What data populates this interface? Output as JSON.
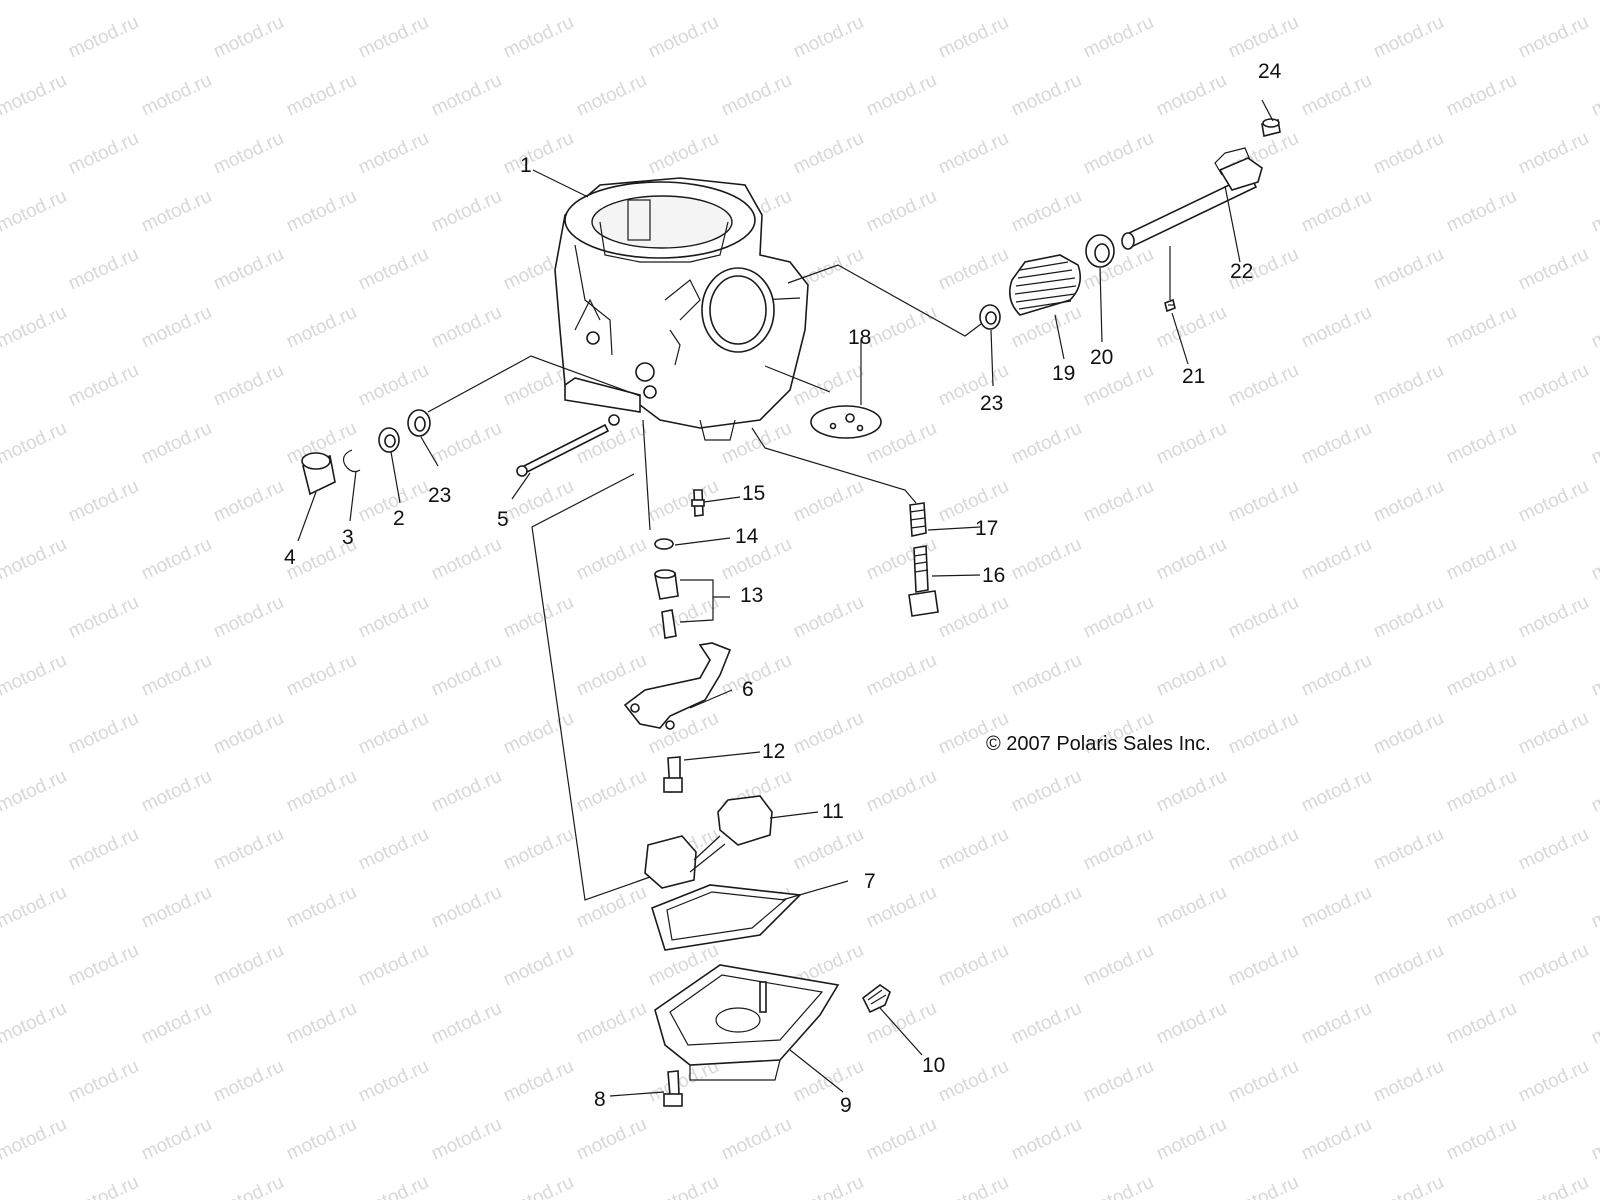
{
  "watermark": {
    "text": "motod.ru",
    "color": "#d8d8d8"
  },
  "copyright": "© 2007 Polaris Sales Inc.",
  "callouts": {
    "c1": "1",
    "c2": "2",
    "c3": "3",
    "c4": "4",
    "c5": "5",
    "c6": "6",
    "c7": "7",
    "c8": "8",
    "c9": "9",
    "c10": "10",
    "c11": "11",
    "c12": "12",
    "c13": "13",
    "c14": "14",
    "c15": "15",
    "c16": "16",
    "c17": "17",
    "c18": "18",
    "c19": "19",
    "c20": "20",
    "c21": "21",
    "c22": "22",
    "c23a": "23",
    "c23b": "23",
    "c24": "24"
  }
}
